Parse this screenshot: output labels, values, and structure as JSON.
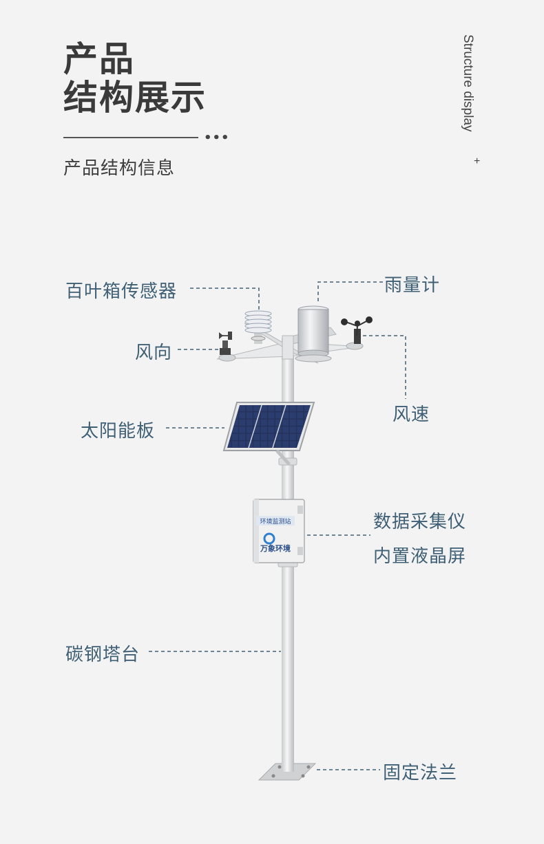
{
  "header": {
    "title_line1": "产品",
    "title_line2": "结构展示",
    "dots": "•••",
    "subtitle": "产品结构信息"
  },
  "side": {
    "english": "Structure display",
    "plus": "+"
  },
  "device": {
    "box_sign": "环境监测站",
    "box_brand": "万象环境"
  },
  "labels": {
    "louver": "百叶箱传感器",
    "rain_gauge": "雨量计",
    "wind_direction": "风向",
    "wind_speed": "风速",
    "solar_panel": "太阳能板",
    "logger_line1": "数据采集仪",
    "logger_line2": "内置液晶屏",
    "tower": "碳钢塔台",
    "flange": "固定法兰"
  },
  "colors": {
    "accent": "#3f5f75",
    "background": "#f3f3f3"
  }
}
